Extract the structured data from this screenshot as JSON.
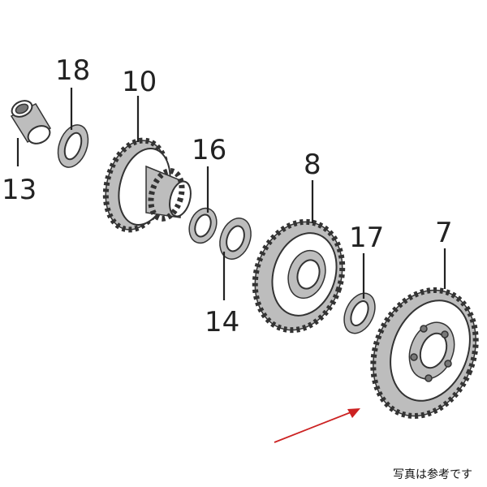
{
  "callouts": {
    "p18": "18",
    "p10": "10",
    "p13": "13",
    "p16": "16",
    "p8": "8",
    "p14": "14",
    "p17": "17",
    "p7": "7"
  },
  "caption": "写真は参考です",
  "colors": {
    "arrow": "#cc2222",
    "line": "#333333"
  }
}
